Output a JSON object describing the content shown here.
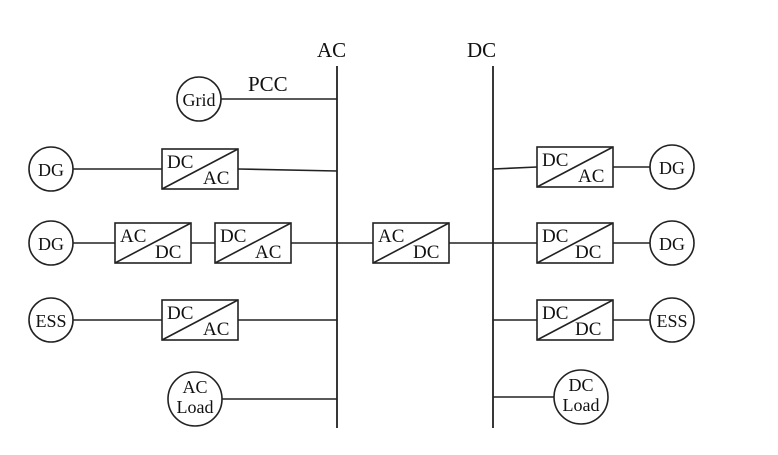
{
  "buses": {
    "ac": "AC",
    "dc": "DC"
  },
  "pcc": "PCC",
  "nodes": {
    "grid": "Grid",
    "dg_ac_top": "DG",
    "dg_ac_mid": "DG",
    "ess_ac": "ESS",
    "ac_load_line1": "AC",
    "ac_load_line2": "Load",
    "dg_dc_top": "DG",
    "dg_dc_mid": "DG",
    "ess_dc": "ESS",
    "dc_load_line1": "DC",
    "dc_load_line2": "Load"
  },
  "converters": {
    "dg1_dcac": {
      "top": "DC",
      "bottom": "AC"
    },
    "dg2_acdc": {
      "top": "AC",
      "bottom": "DC"
    },
    "dg2_dcac": {
      "top": "DC",
      "bottom": "AC"
    },
    "ess_dcac": {
      "top": "DC",
      "bottom": "AC"
    },
    "interlink": {
      "top": "AC",
      "bottom": "DC"
    },
    "dgr1_dcac": {
      "top": "DC",
      "bottom": "AC"
    },
    "dgr2_dcdc": {
      "top": "DC",
      "bottom": "DC"
    },
    "essr_dcdc": {
      "top": "DC",
      "bottom": "DC"
    }
  }
}
